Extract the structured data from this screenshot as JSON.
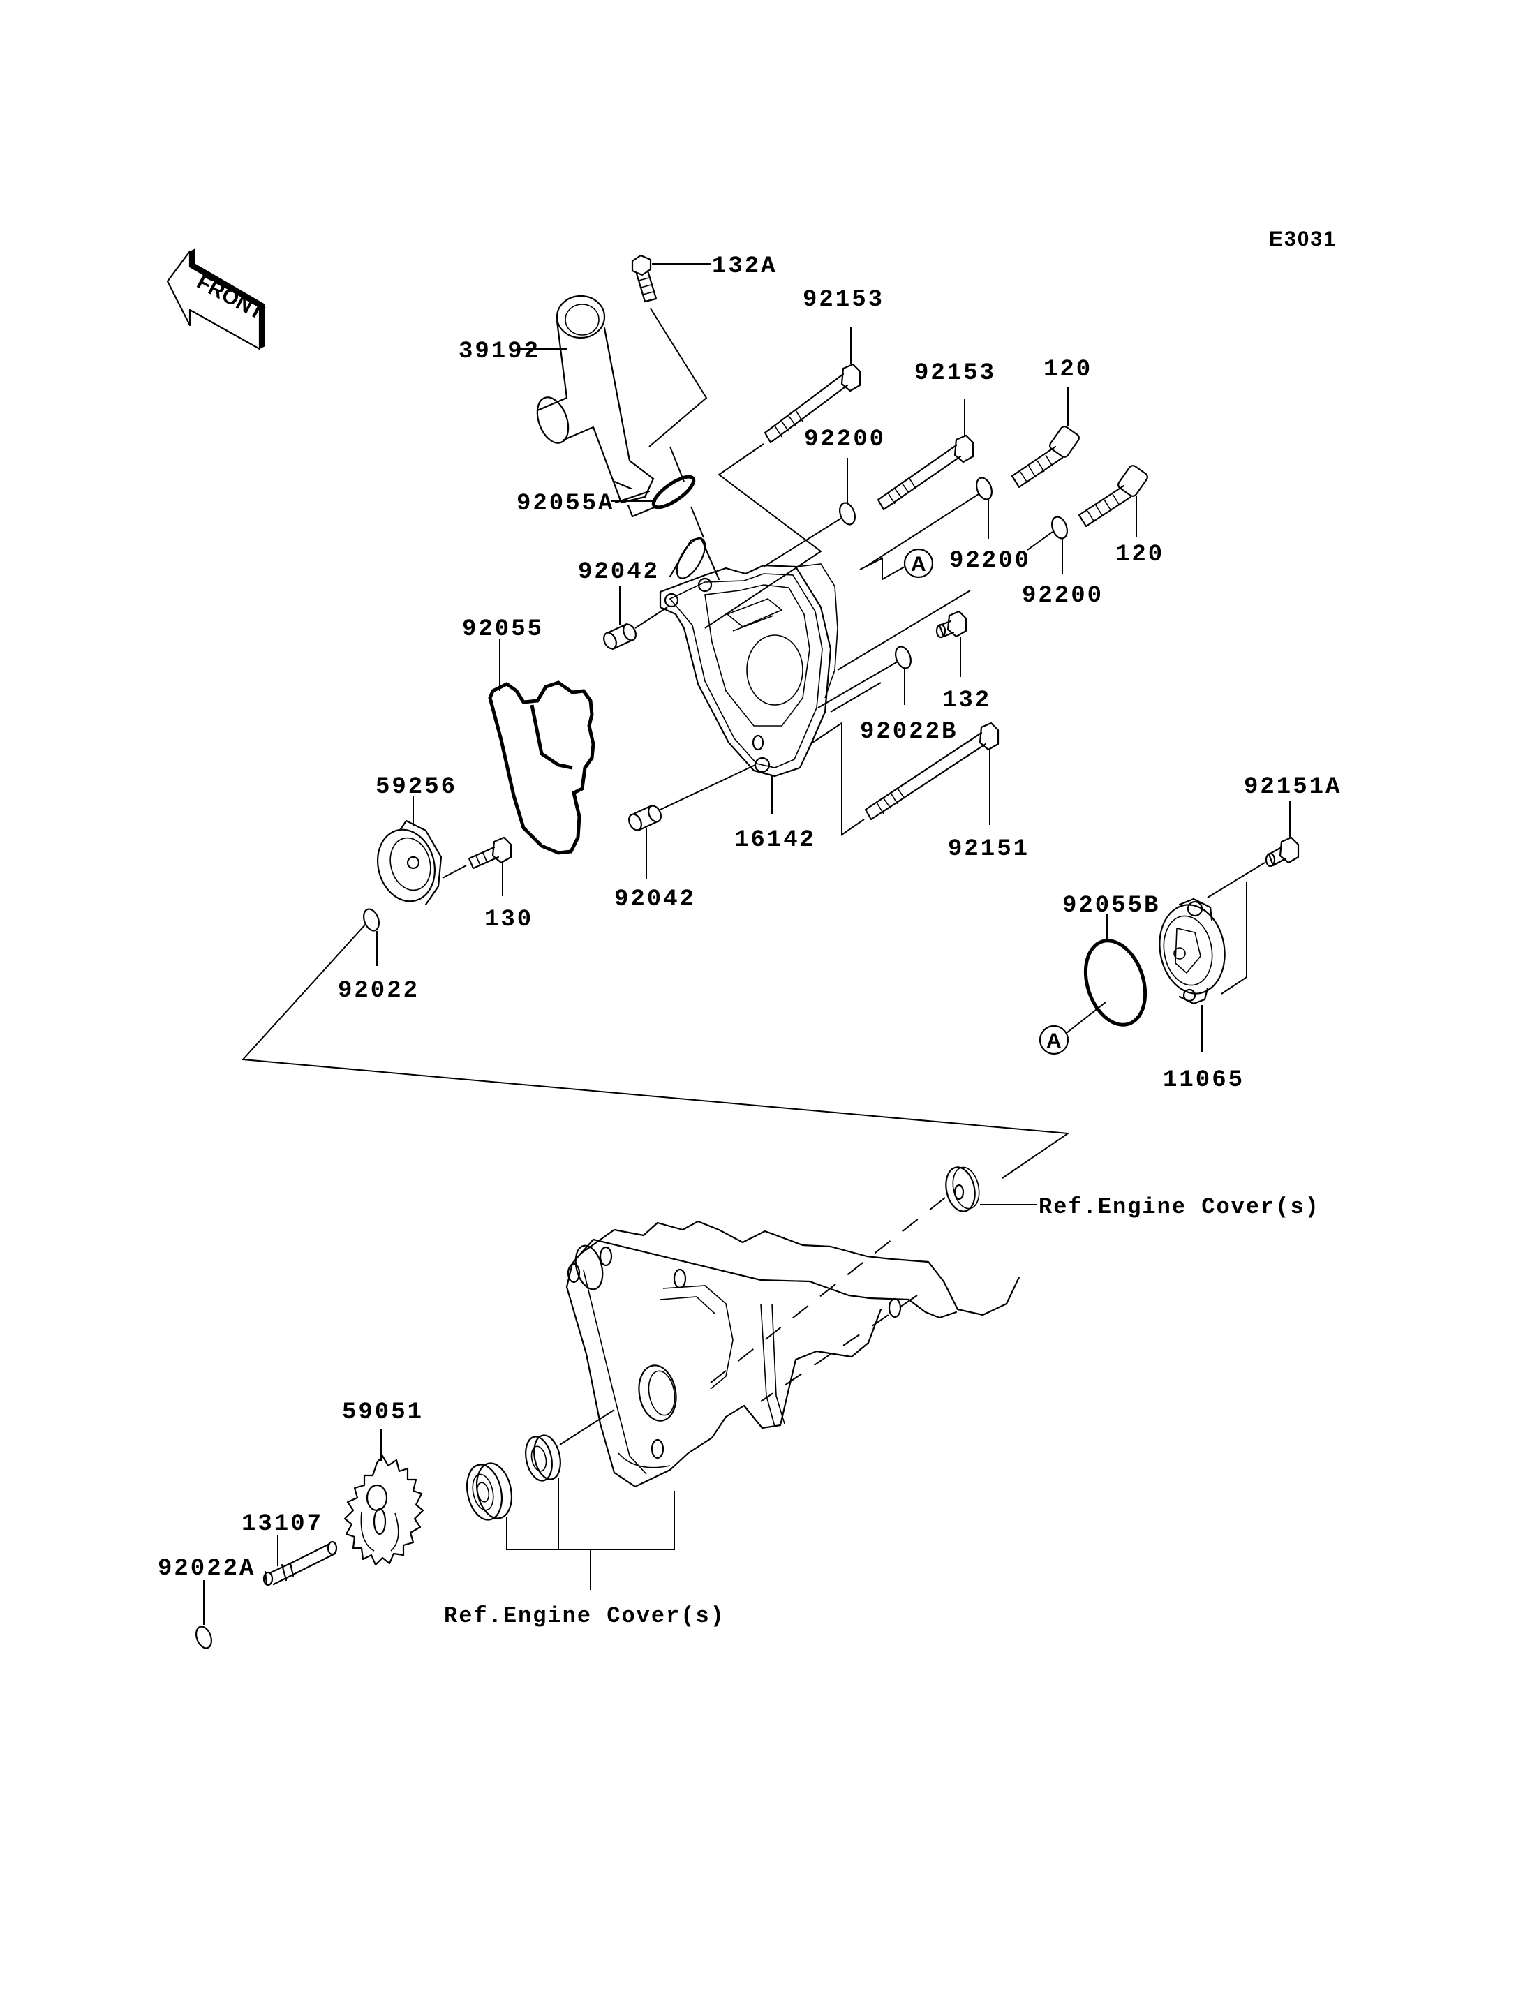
{
  "diagram": {
    "code": "E3031",
    "front_label": "FRONT",
    "ref_marker": "A",
    "parts": {
      "p132A": "132A",
      "p92153_a": "92153",
      "p39192": "39192",
      "p92153_b": "92153",
      "p120_a": "120",
      "p92200_a": "92200",
      "p92055A": "92055A",
      "p120_b": "120",
      "p92200_b": "92200",
      "p92042_a": "92042",
      "p92200_c": "92200",
      "p92055": "92055",
      "p132": "132",
      "p92022B": "92022B",
      "p59256": "59256",
      "p92151A": "92151A",
      "p16142": "16142",
      "p92151": "92151",
      "p92042_b": "92042",
      "p92055B": "92055B",
      "p130": "130",
      "p92022": "92022",
      "p11065": "11065",
      "p59051": "59051",
      "p13107": "13107",
      "p92022A": "92022A"
    },
    "references": {
      "engine_cover_upper": "Ref.Engine Cover(s)",
      "engine_cover_lower": "Ref.Engine Cover(s)"
    }
  }
}
